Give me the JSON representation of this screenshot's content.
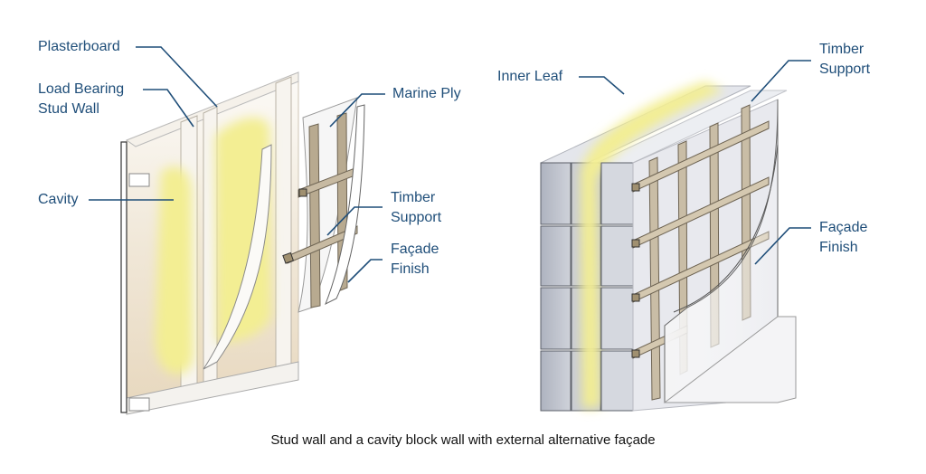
{
  "labels": {
    "plasterboard": "Plasterboard",
    "load_bearing_line1": "Load Bearing",
    "load_bearing_line2": "Stud Wall",
    "marine_ply": "Marine Ply",
    "cavity": "Cavity",
    "timber_support_left_line1": "Timber",
    "timber_support_left_line2": "Support",
    "facade_finish_left_line1": "Façade",
    "facade_finish_left_line2": "Finish",
    "inner_leaf": "Inner Leaf",
    "timber_support_right_line1": "Timber",
    "timber_support_right_line2": "Support",
    "facade_finish_right_line1": "Façade",
    "facade_finish_right_line2": "Finish"
  },
  "caption": "Stud wall and a cavity block wall with external alternative façade",
  "colors": {
    "label_text": "#1f4e79",
    "leader_line": "#1f4e79",
    "insulation": "#f2ee9a",
    "timber": "#b7a88e",
    "block": "#c8ccd6",
    "outline": "#555555"
  }
}
